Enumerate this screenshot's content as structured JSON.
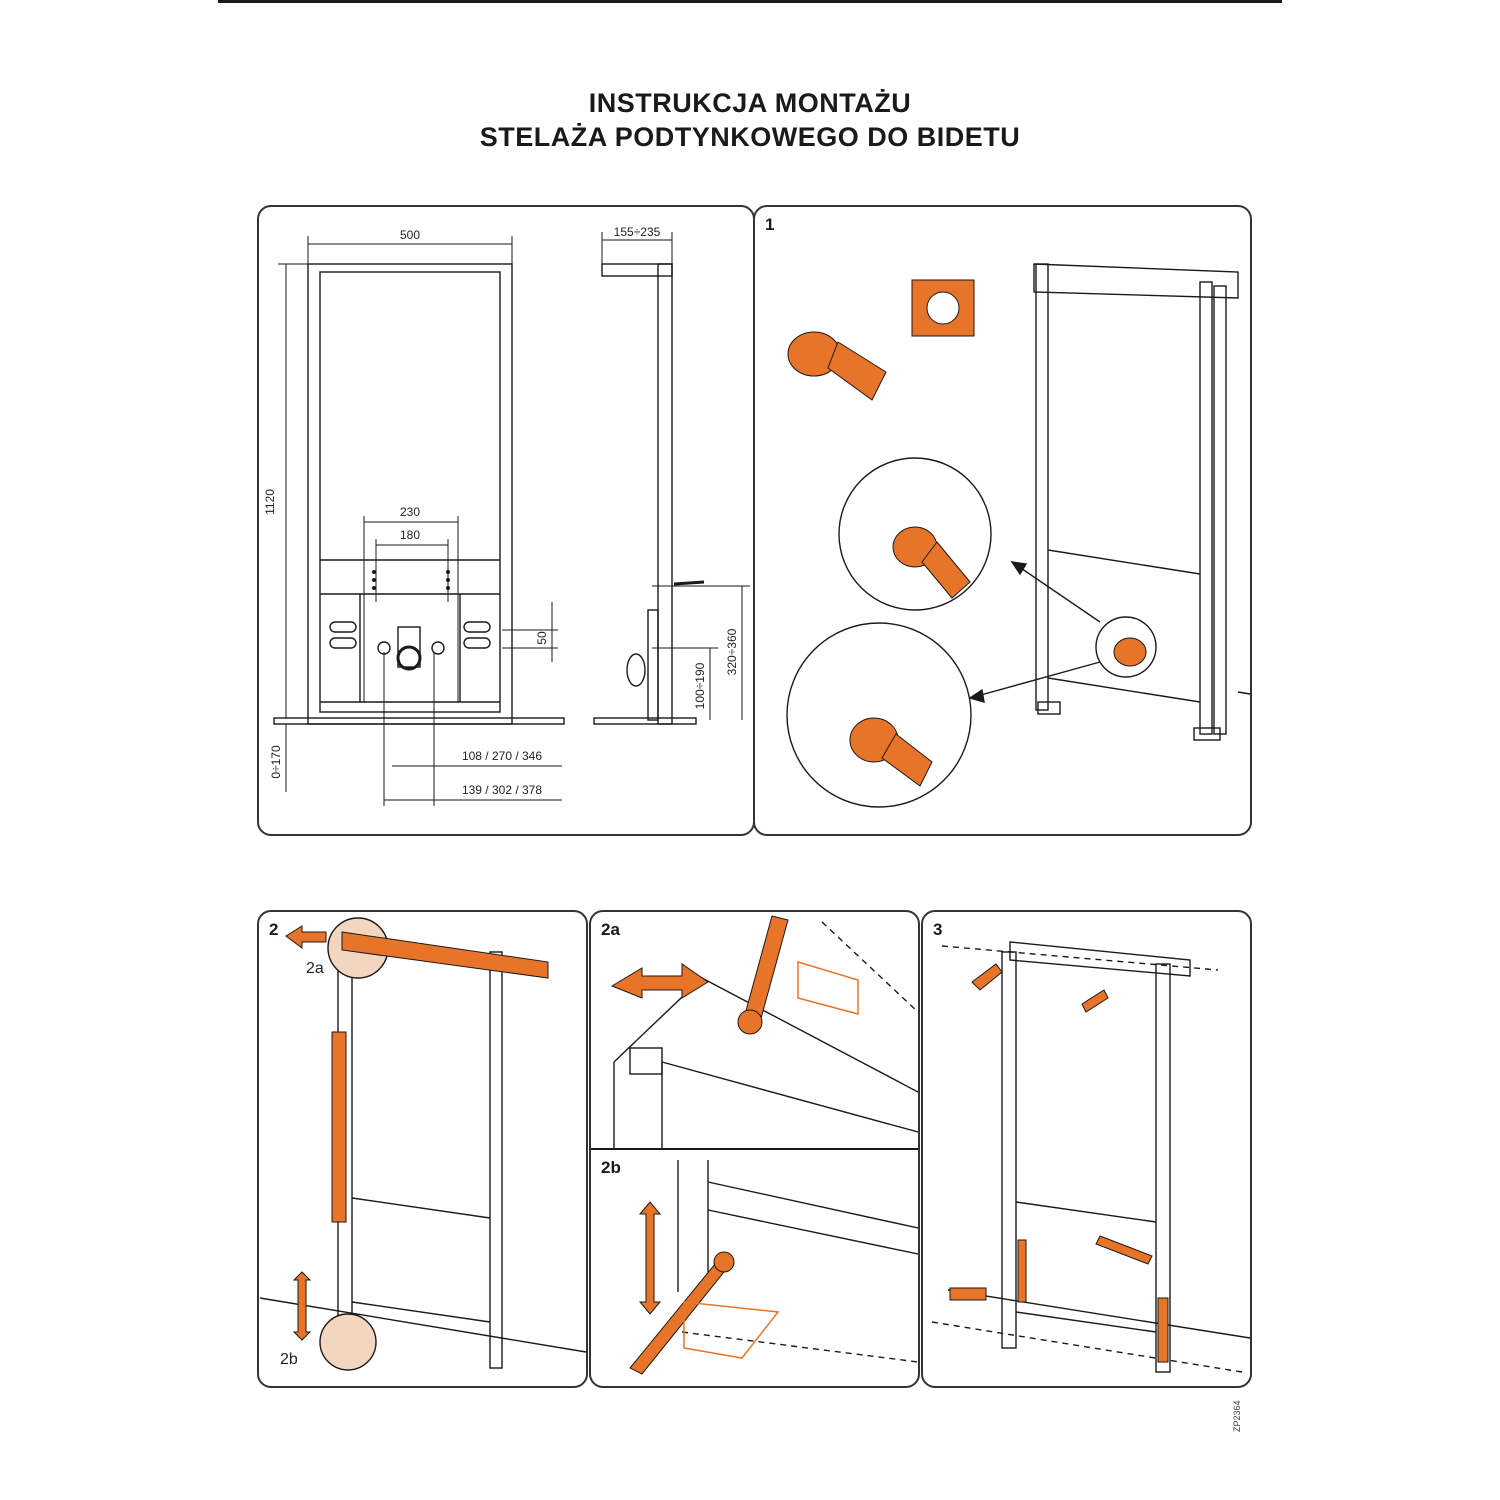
{
  "title": {
    "line1": "INSTRUKCJA MONTAŻU",
    "line2": "STELAŻA PODTYNKOWEGO DO BIDETU"
  },
  "dimensions": {
    "width": "500",
    "depth": "155÷235",
    "height": "1120",
    "spacing_outer": "230",
    "spacing_inner": "180",
    "offset_50": "50",
    "range_320_360": "320÷360",
    "range_100_190": "100÷190",
    "floor_0_170": "0÷170",
    "row1": "108 / 270 / 346",
    "row2": "139 / 302 / 378"
  },
  "steps": {
    "step1": "1",
    "step2": "2",
    "step2a": "2a",
    "step2b": "2b",
    "step3": "3"
  },
  "doc_code": "ZP2364",
  "colors": {
    "accent": "#e8742a",
    "line": "#1a1a1a"
  }
}
